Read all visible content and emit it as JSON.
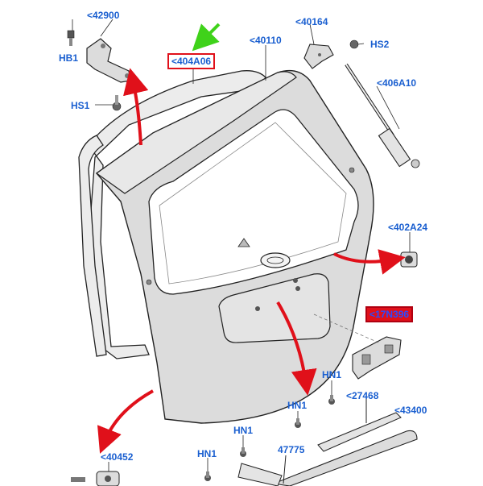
{
  "colors": {
    "label": "#1a5fd0",
    "callout_box": "#e0101a",
    "arrow_red": "#e0101a",
    "arrow_green": "#3fd21a",
    "part_fill": "#dcdcdc",
    "part_stroke": "#222222"
  },
  "labels": {
    "l42900": "<42900",
    "hb1": "HB1",
    "hs1": "HS1",
    "l404a06": "<404A06",
    "l40110": "<40110",
    "l40164": "<40164",
    "hs2": "HS2",
    "l406a10": "<406A10",
    "l402a24": "<402A24",
    "l17n396": "<17N396",
    "hn1_a": "HN1",
    "l27468": "<27468",
    "hn1_b": "HN1",
    "l43400": "<43400",
    "hn1_c": "HN1",
    "l47775": "47775",
    "hn1_d": "HN1",
    "l40452": "<40452"
  }
}
